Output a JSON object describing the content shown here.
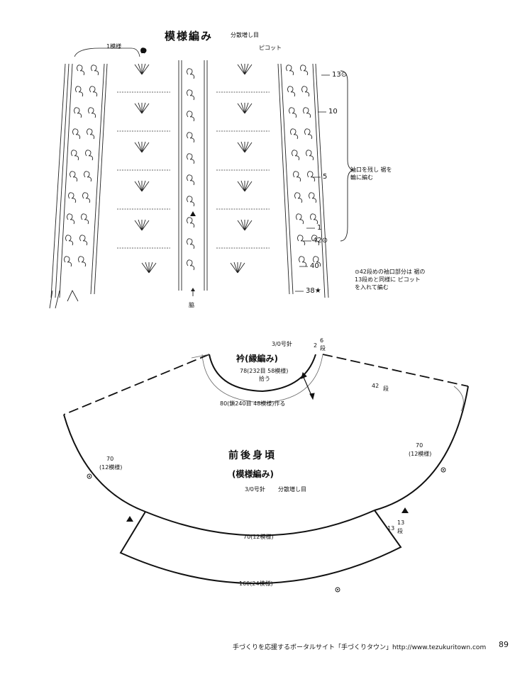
{
  "chart": {
    "title": "模様編み",
    "subtitle": "分散増し目",
    "label_1pattern": "1模様",
    "label_picot": "ピコット",
    "row_13": "13",
    "row_10": "10",
    "row_5": "5",
    "row_1": "1",
    "row_42": "42",
    "row_40": "40",
    "row_38": "38",
    "side_note": "袖口を残し 裾を輪に編む",
    "note_42": "42段めの袖口部分は 裾の13段めと同様に ピコットを入れて編む",
    "center_label": "脇"
  },
  "schematic": {
    "collar_title": "衿(縁編み)",
    "collar_hook": "3/0号針",
    "collar_pickup": "78(232目 58模様)",
    "collar_pickup_action": "拾う",
    "collar_start": "80(鎖240目 48模様)作る",
    "shoulder_rows_top": "2",
    "shoulder_rows_top_num": "6",
    "shoulder_rows_top_unit": "段",
    "shoulder_rows_42": "42",
    "shoulder_rows_42_unit": "段",
    "body_title": "前後身頃",
    "body_subtitle": "(模様編み)",
    "body_hook": "3/0号針",
    "body_increase": "分散増し目",
    "left_side": "70",
    "left_side_sub": "(12模様)",
    "right_side": "70",
    "right_side_sub": "(12模様)",
    "hem_top": "70(12模様)",
    "hem_bottom": "160(24模様)",
    "hem_rows": "13",
    "hem_rows_num": "13",
    "hem_rows_unit": "段"
  },
  "footer": {
    "site": "手づくりを応援するポータルサイト「手づくりタウン」http://www.tezukuritown.com",
    "page": "89"
  }
}
